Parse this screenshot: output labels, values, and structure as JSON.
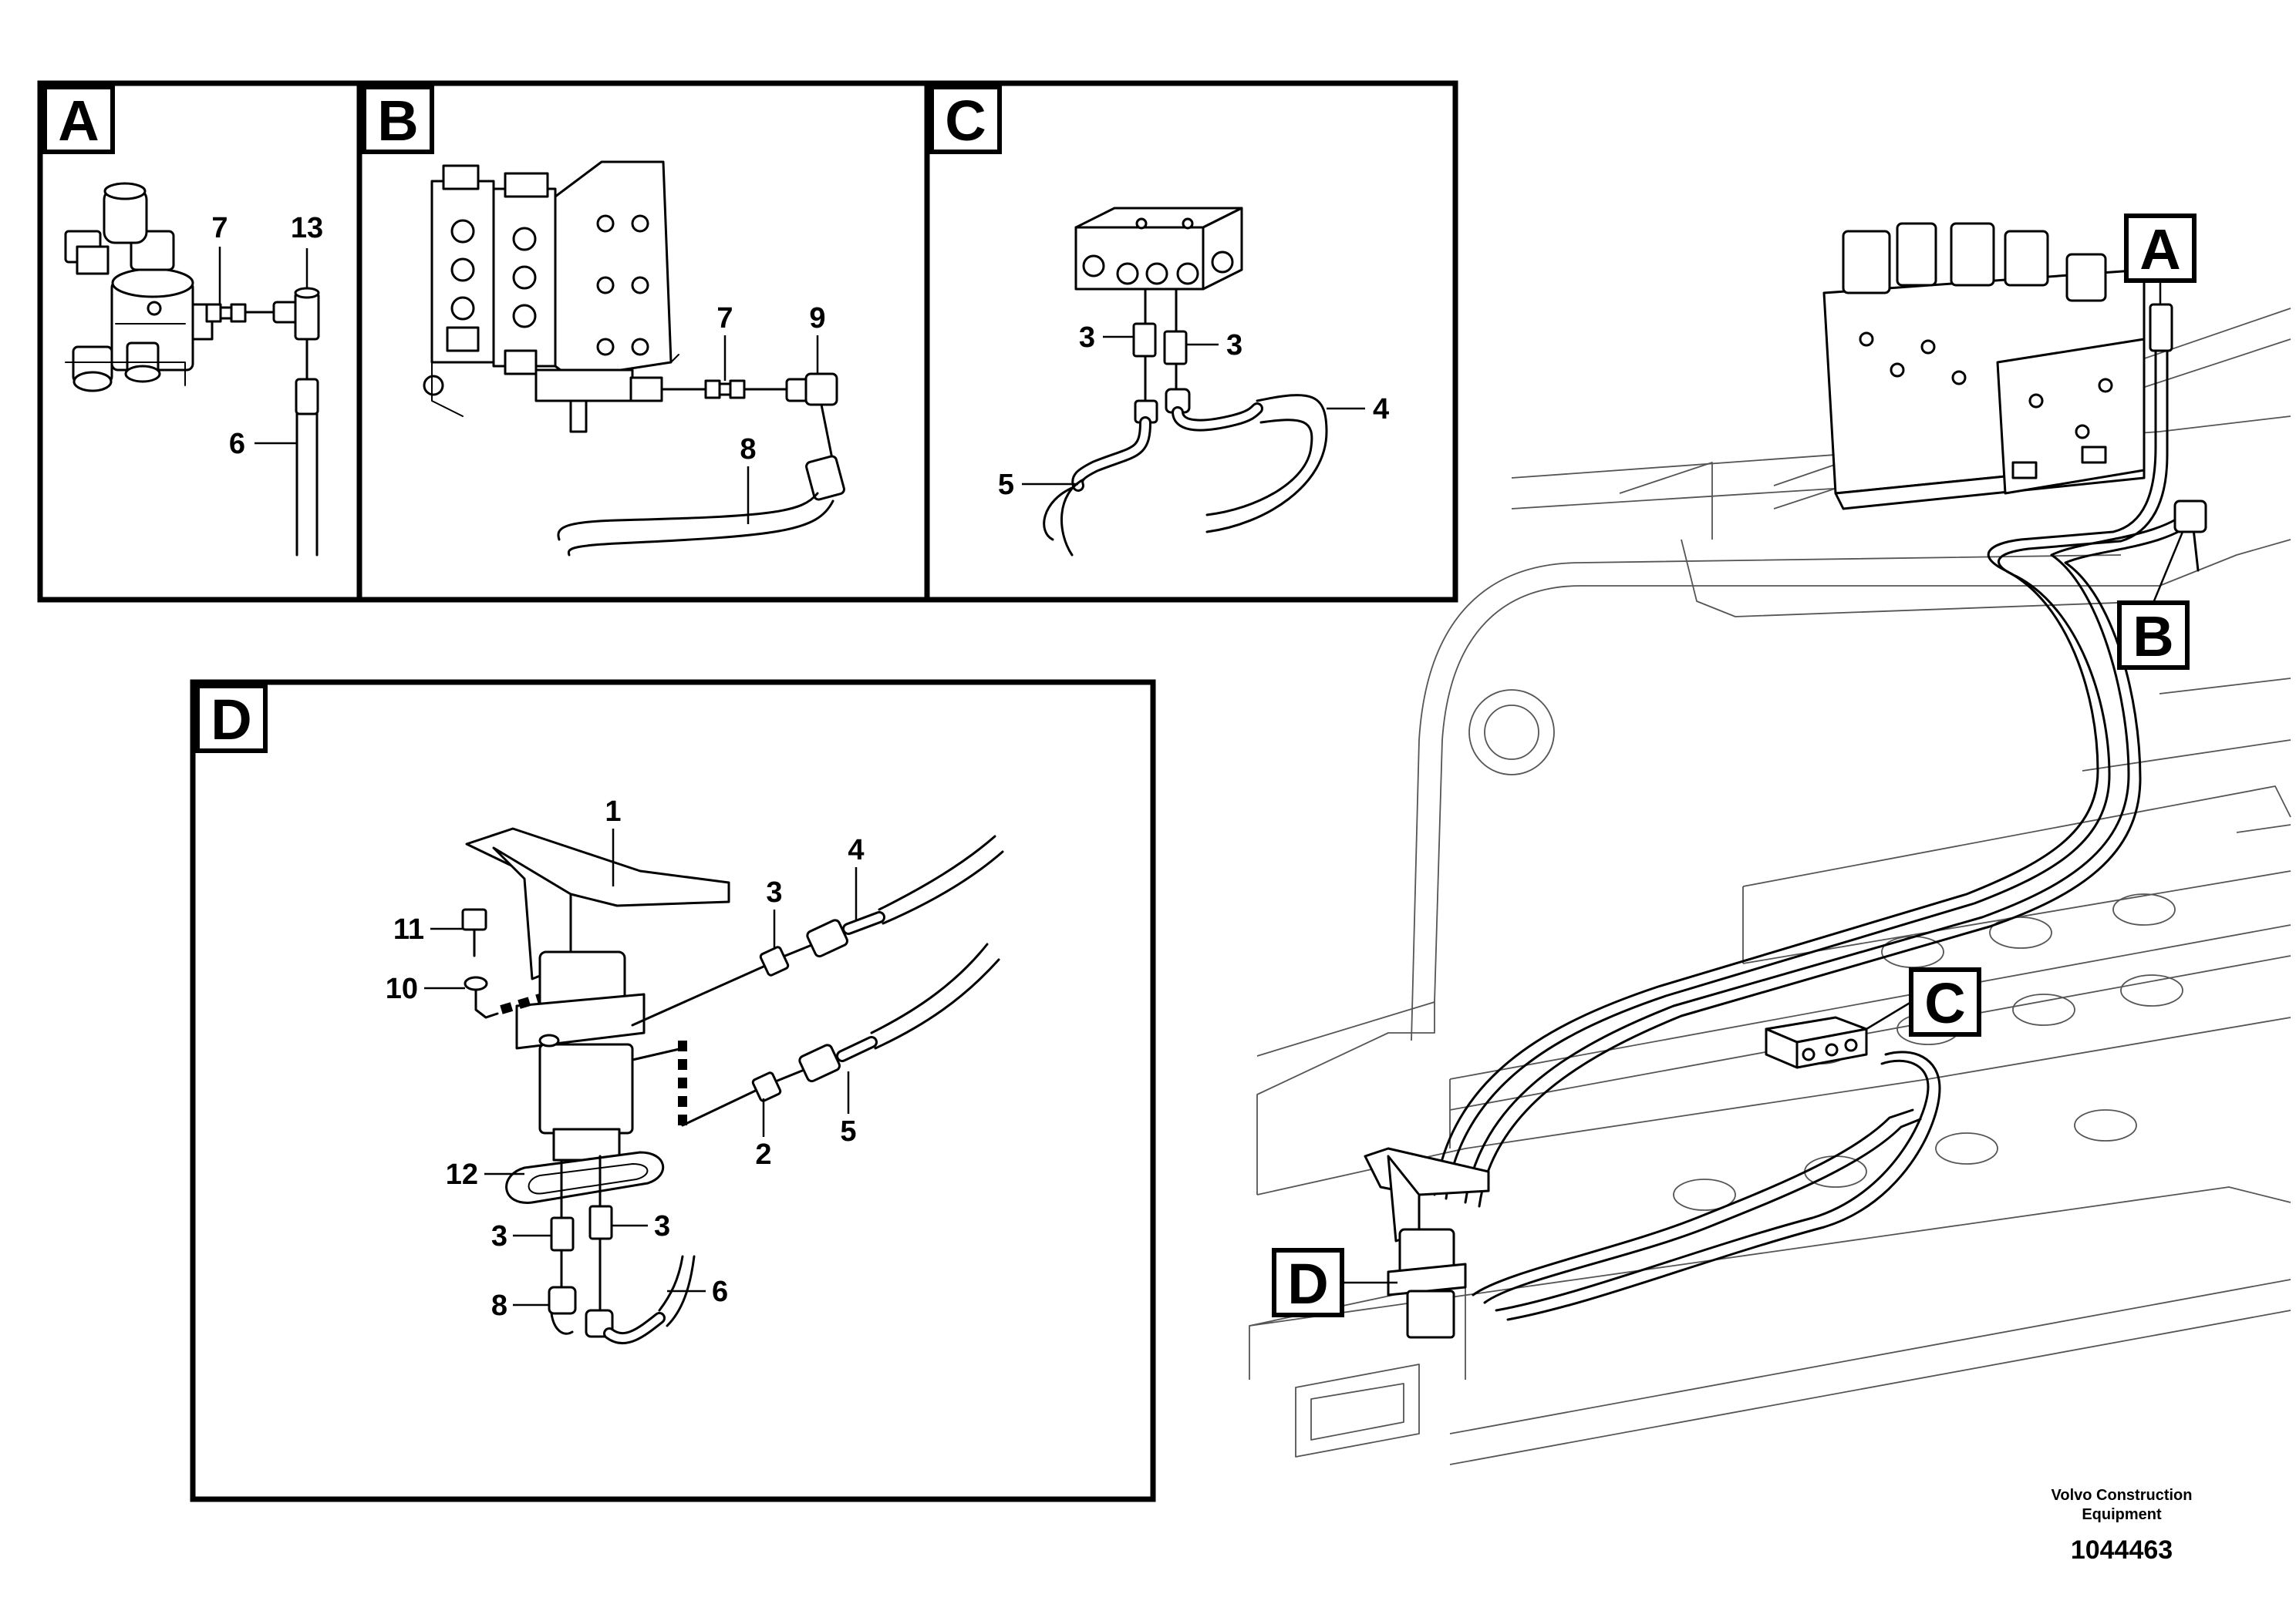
{
  "detail_panels": {
    "a": {
      "label": "A",
      "callouts": {
        "c7": "7",
        "c13": "13",
        "c6": "6"
      }
    },
    "b": {
      "label": "B",
      "callouts": {
        "c7": "7",
        "c9": "9",
        "c8": "8"
      }
    },
    "c": {
      "label": "C",
      "callouts": {
        "c3a": "3",
        "c3b": "3",
        "c4": "4",
        "c5": "5"
      }
    },
    "d": {
      "label": "D",
      "callouts": {
        "c1": "1",
        "c11": "11",
        "c10": "10",
        "c3": "3",
        "c4": "4",
        "c5": "5",
        "c2": "2",
        "c12": "12",
        "c3l": "3",
        "c3r": "3",
        "c8": "8",
        "c6": "6"
      }
    }
  },
  "overview_tags": {
    "a": "A",
    "b": "B",
    "c": "C",
    "d": "D"
  },
  "footer": {
    "company_line1": "Volvo Construction",
    "company_line2": "Equipment",
    "drawing_number": "1044463"
  }
}
